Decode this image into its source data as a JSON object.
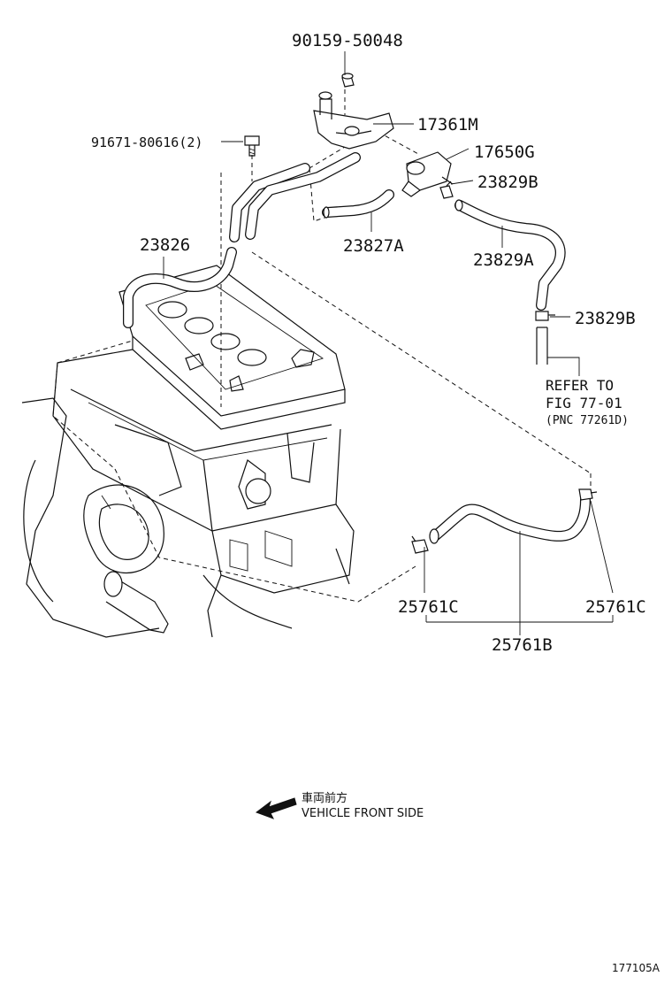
{
  "parts": {
    "p90159": "90159-50048",
    "p17361m": "17361M",
    "p91671": "91671-80616(2)",
    "p17650g": "17650G",
    "p23829b_top": "23829B",
    "p23826": "23826",
    "p23827a": "23827A",
    "p23829a": "23829A",
    "p23829b_mid": "23829B",
    "p25761c_left": "25761C",
    "p25761c_right": "25761C",
    "p25761b": "25761B"
  },
  "reference": {
    "line1": "REFER TO",
    "line2": "FIG 77-01",
    "line3": "(PNC 77261D)"
  },
  "direction": {
    "japanese": "車両前方",
    "english": "VEHICLE FRONT SIDE"
  },
  "figure_id": "177105A"
}
